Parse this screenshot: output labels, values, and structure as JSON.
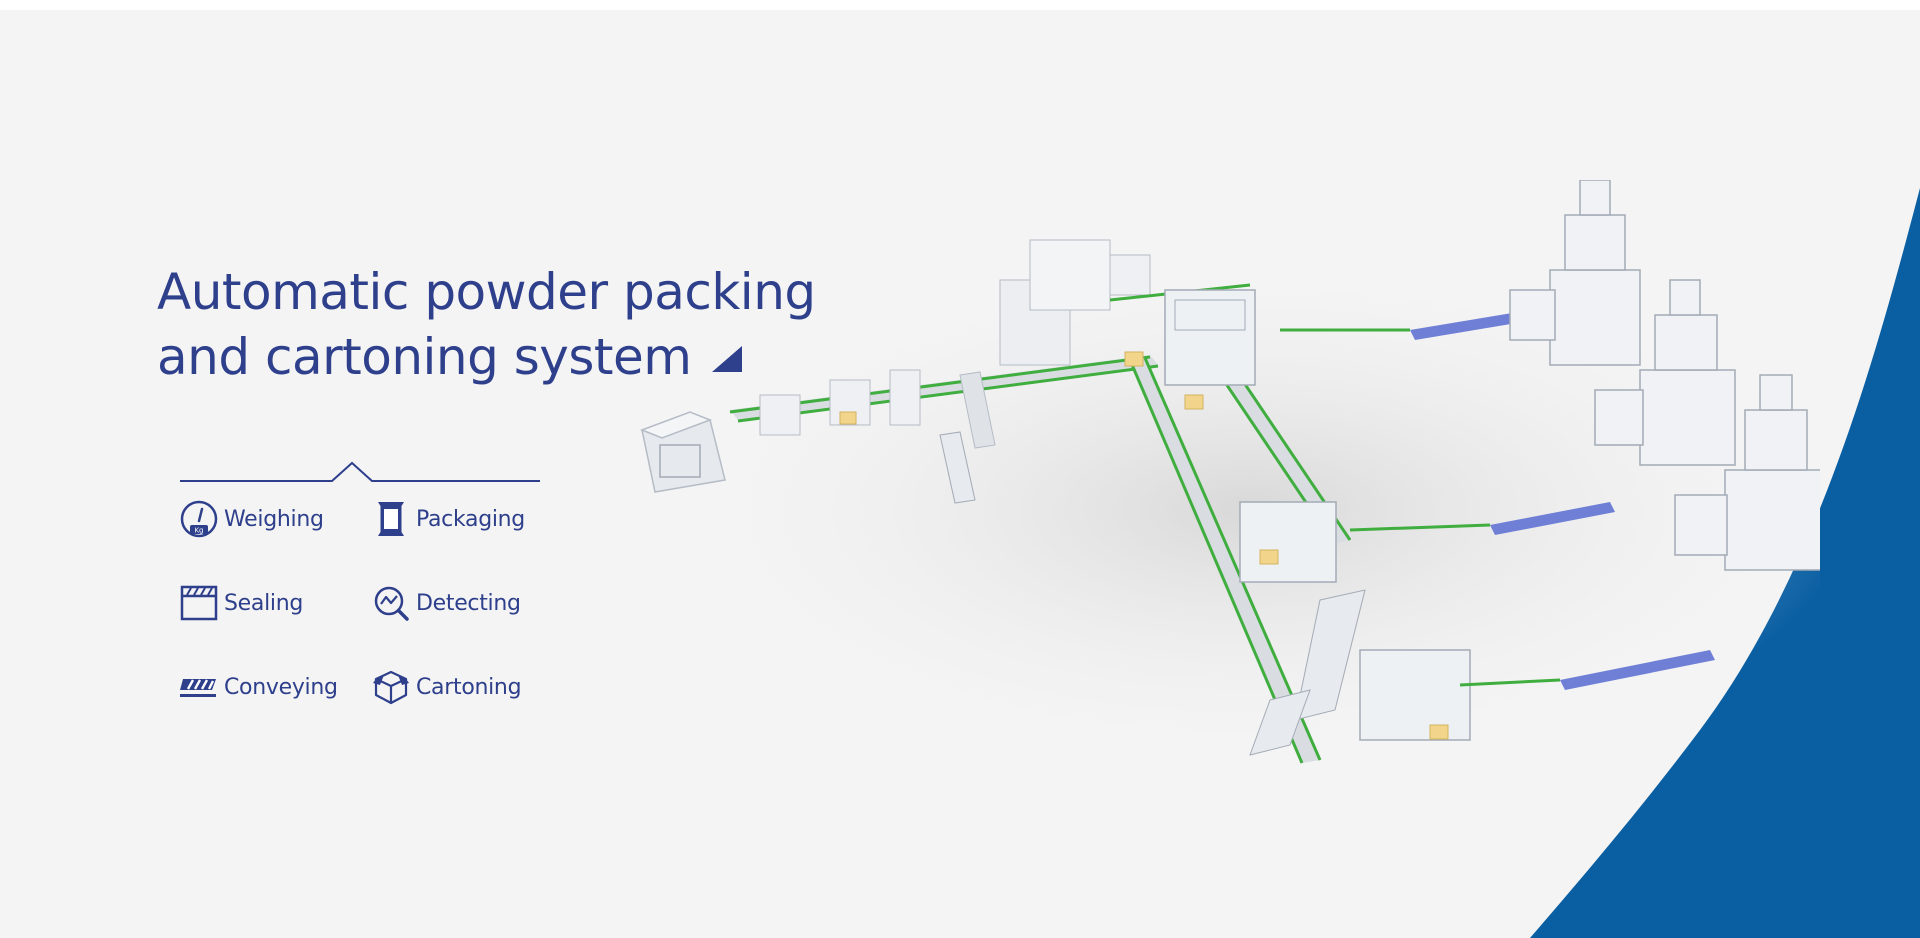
{
  "hero": {
    "title": "Automatic powder packing and cartoning system",
    "features": [
      {
        "label": "Weighing",
        "icon": "weighing-gauge-icon"
      },
      {
        "label": "Packaging",
        "icon": "bag-icon"
      },
      {
        "label": "Sealing",
        "icon": "sealing-icon"
      },
      {
        "label": "Detecting",
        "icon": "detect-magnifier-icon"
      },
      {
        "label": "Conveying",
        "icon": "conveyor-icon"
      },
      {
        "label": "Cartoning",
        "icon": "carton-box-icon"
      }
    ],
    "weighing_unit": "Kg"
  },
  "colors": {
    "background": "#f4f4f4",
    "navy_text": "#2e3f8c",
    "swoosh_blue": "#0a5fa3",
    "conveyor_green": "#3fae3f",
    "belt_blue": "#6f7fd6"
  }
}
